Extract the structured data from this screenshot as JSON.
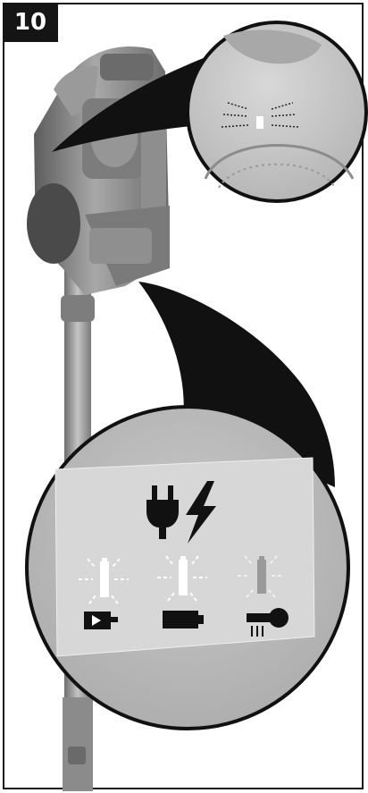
{
  "step": {
    "number": "10"
  },
  "panel": {
    "indicators": [
      {
        "name": "plug-icon"
      },
      {
        "name": "lightning-icon"
      },
      {
        "name": "battery-charging-icon",
        "state": "flashing"
      },
      {
        "name": "battery-full-icon",
        "state": "flashing"
      },
      {
        "name": "battery-temperature-icon",
        "state": "flashing-dim"
      }
    ]
  },
  "colors": {
    "frame": "#1a1a1a",
    "badge": "#151515",
    "device_body": "#8a8a8a",
    "magnifier": "#c9c9c9",
    "panel": "#d6d6d6",
    "callout": "#111111"
  }
}
